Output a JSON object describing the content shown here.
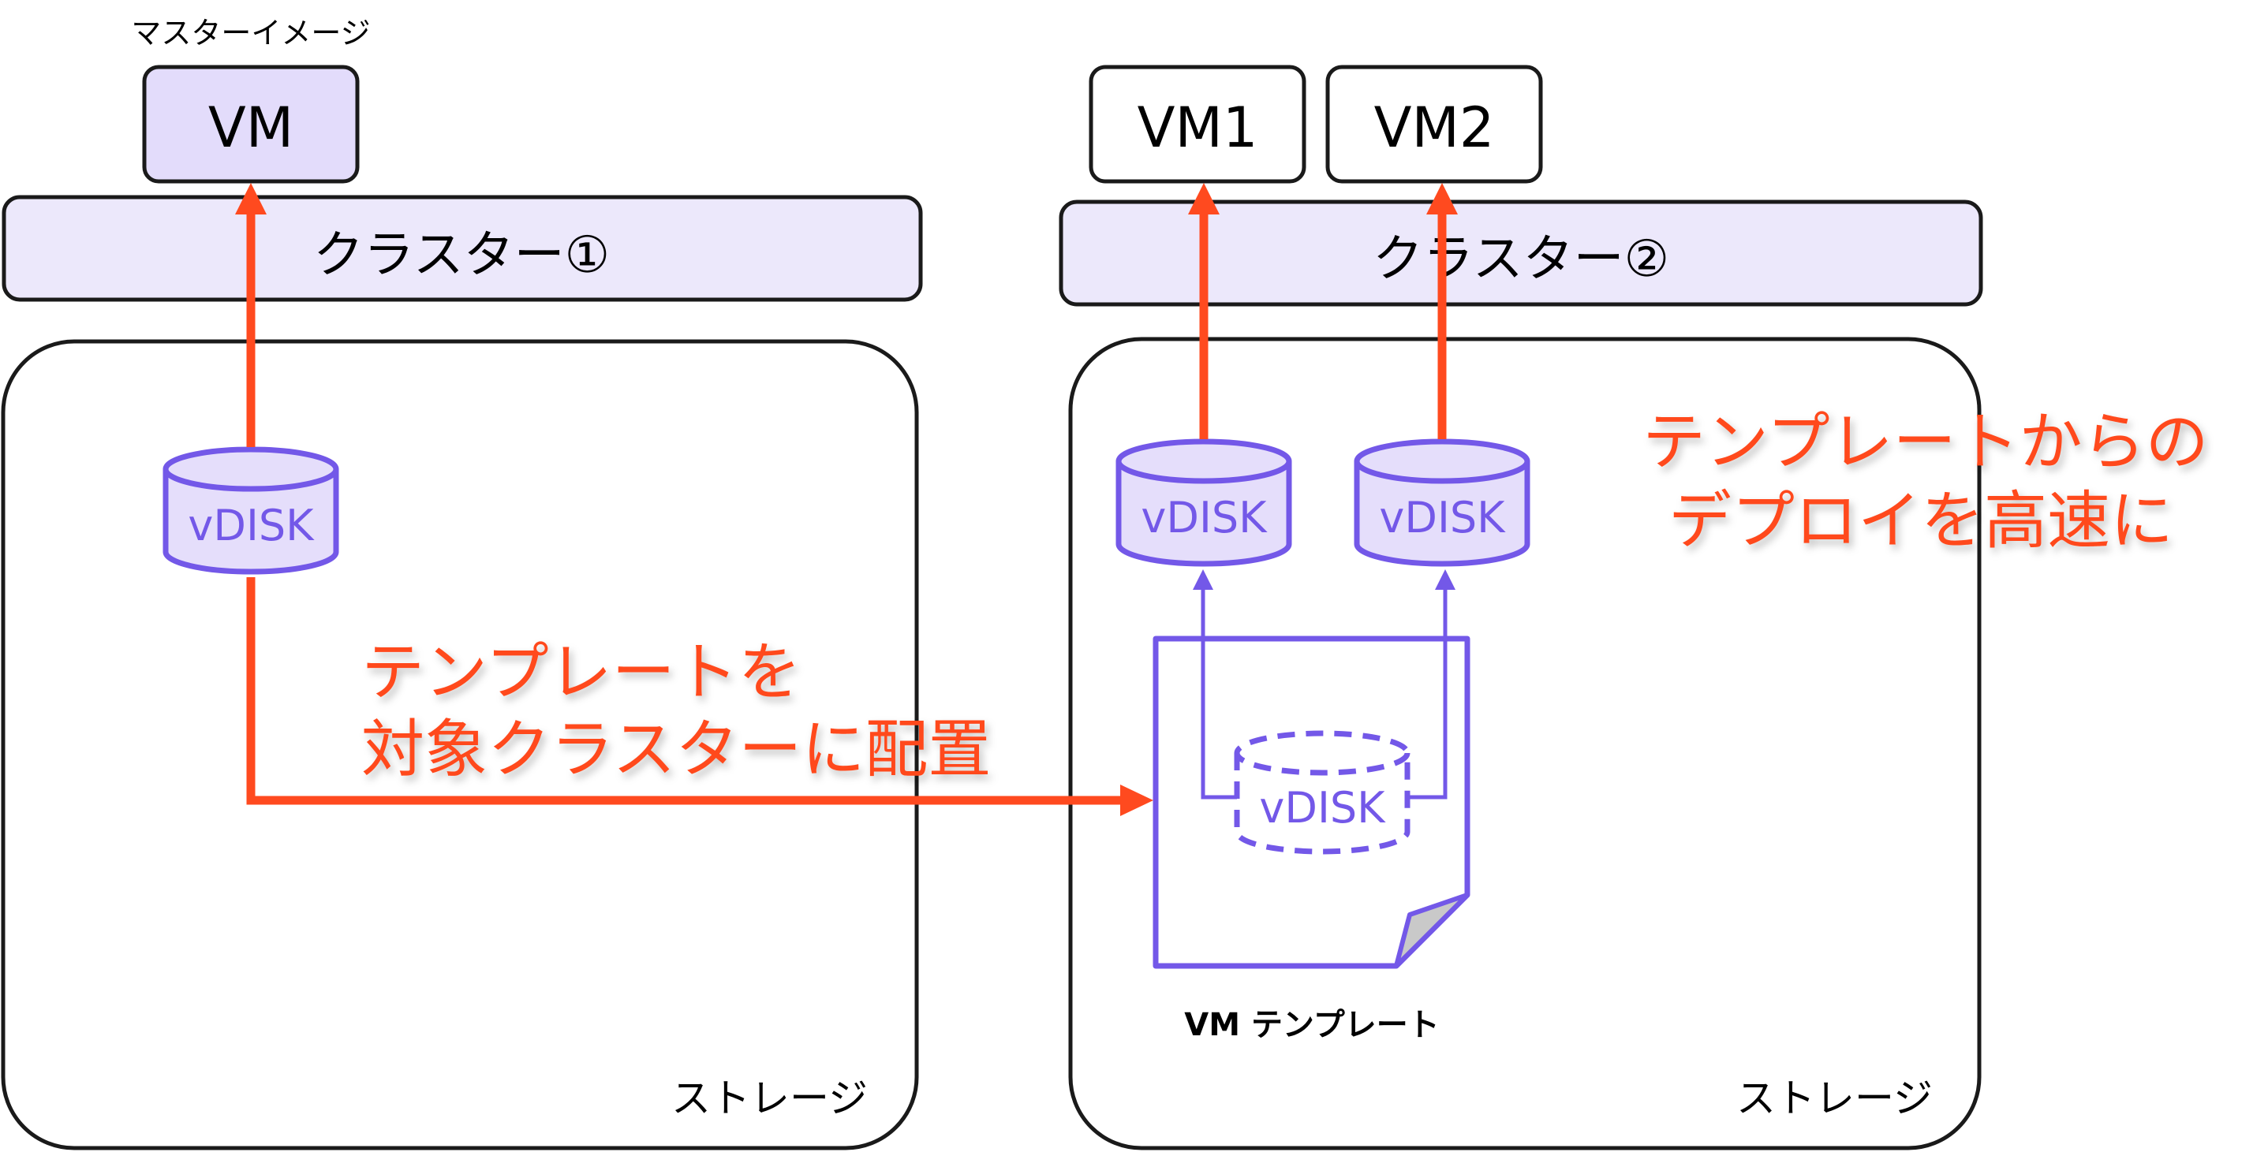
{
  "master_image_caption": "マスターイメージ",
  "master_vm": {
    "label": "VM"
  },
  "deployed_vms": [
    {
      "label": "VM1"
    },
    {
      "label": "VM2"
    }
  ],
  "clusters": [
    {
      "label": "クラスター①"
    },
    {
      "label": "クラスター②"
    }
  ],
  "storages": [
    {
      "label": "ストレージ"
    },
    {
      "label": "ストレージ"
    }
  ],
  "disks": {
    "source": "vDISK",
    "deployed_1": "vDISK",
    "deployed_2": "vDISK",
    "template": "vDISK"
  },
  "template_caption": "VM テンプレート",
  "callouts": {
    "place_line1": "テンプレートを",
    "place_line2": "対象クラスターに配置",
    "deploy_line1": "テンプレートからの",
    "deploy_line2": "デプロイを高速に"
  },
  "colors": {
    "arrow_red": "#ff4a1f",
    "disk_purple": "#7358e8",
    "disk_fill": "#e5defb",
    "cluster_fill": "#ece8fb",
    "vm_master_fill": "#e3dcfb",
    "outline": "#1a1a1a"
  }
}
